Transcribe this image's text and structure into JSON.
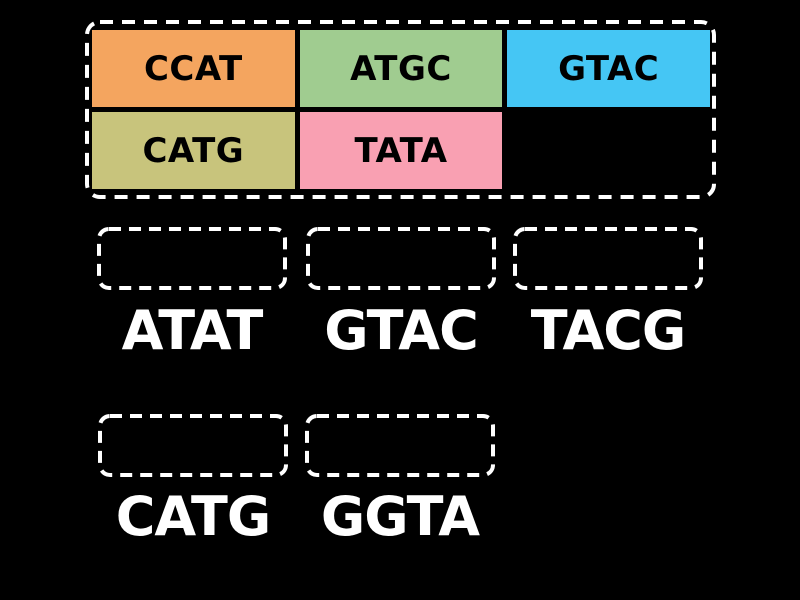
{
  "activity": {
    "type": "match-up-drag-and-drop",
    "background_color": "#000000",
    "dashed_border_color": "#ffffff",
    "tile_text_color": "#000000",
    "label_text_color": "#ffffff"
  },
  "source_tray": {
    "tiles": [
      {
        "label": "CCAT",
        "color": "#F4A55F"
      },
      {
        "label": "ATGC",
        "color": "#A0CC90"
      },
      {
        "label": "GTAC",
        "color": "#45C6F4"
      },
      {
        "label": "CATG",
        "color": "#C8C47C"
      },
      {
        "label": "TATA",
        "color": "#F9A0B2"
      }
    ]
  },
  "targets": [
    {
      "label": "ATAT"
    },
    {
      "label": "GTAC"
    },
    {
      "label": "TACG"
    },
    {
      "label": "CATG"
    },
    {
      "label": "GGTA"
    }
  ]
}
